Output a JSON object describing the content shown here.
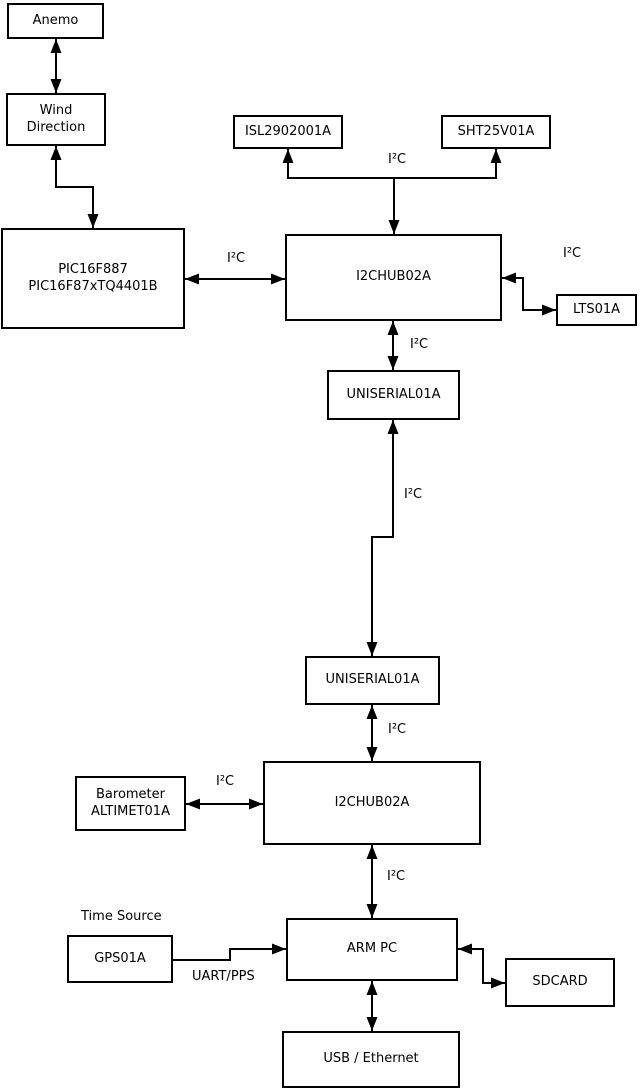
{
  "diagram": {
    "nodes": {
      "anemo": {
        "label": "Anemo"
      },
      "wind_direction": {
        "label": "Wind\nDirection"
      },
      "pic": {
        "label": "PIC16F887\nPIC16F87xTQ4401B"
      },
      "isl": {
        "label": "ISL2902001A"
      },
      "sht": {
        "label": "SHT25V01A"
      },
      "hub1": {
        "label": "I2CHUB02A"
      },
      "lts": {
        "label": "LTS01A"
      },
      "uniserial1": {
        "label": "UNISERIAL01A"
      },
      "uniserial2": {
        "label": "UNISERIAL01A"
      },
      "hub2": {
        "label": "I2CHUB02A"
      },
      "barometer": {
        "label": "Barometer\nALTIMET01A"
      },
      "gps": {
        "label": "GPS01A"
      },
      "arm_pc": {
        "label": "ARM PC"
      },
      "sdcard": {
        "label": "SDCARD"
      },
      "usb": {
        "label": "USB / Ethernet"
      }
    },
    "edge_labels": {
      "i2c_sensors": "I²C",
      "i2c_pic_hub": "I²C",
      "i2c_hub_lts": "I²C",
      "i2c_hub1_uniserial": "I²C",
      "i2c_trunk": "I²C",
      "i2c_uniserial_hub2": "I²C",
      "i2c_barometer_hub": "I²C",
      "i2c_hub2_arm": "I²C",
      "time_source": "Time Source",
      "uart_pps": "UART/PPS"
    },
    "colors": {
      "line": "#000000",
      "box_fill": "#ffffff",
      "background": "#ffffff",
      "text": "#000000"
    }
  }
}
